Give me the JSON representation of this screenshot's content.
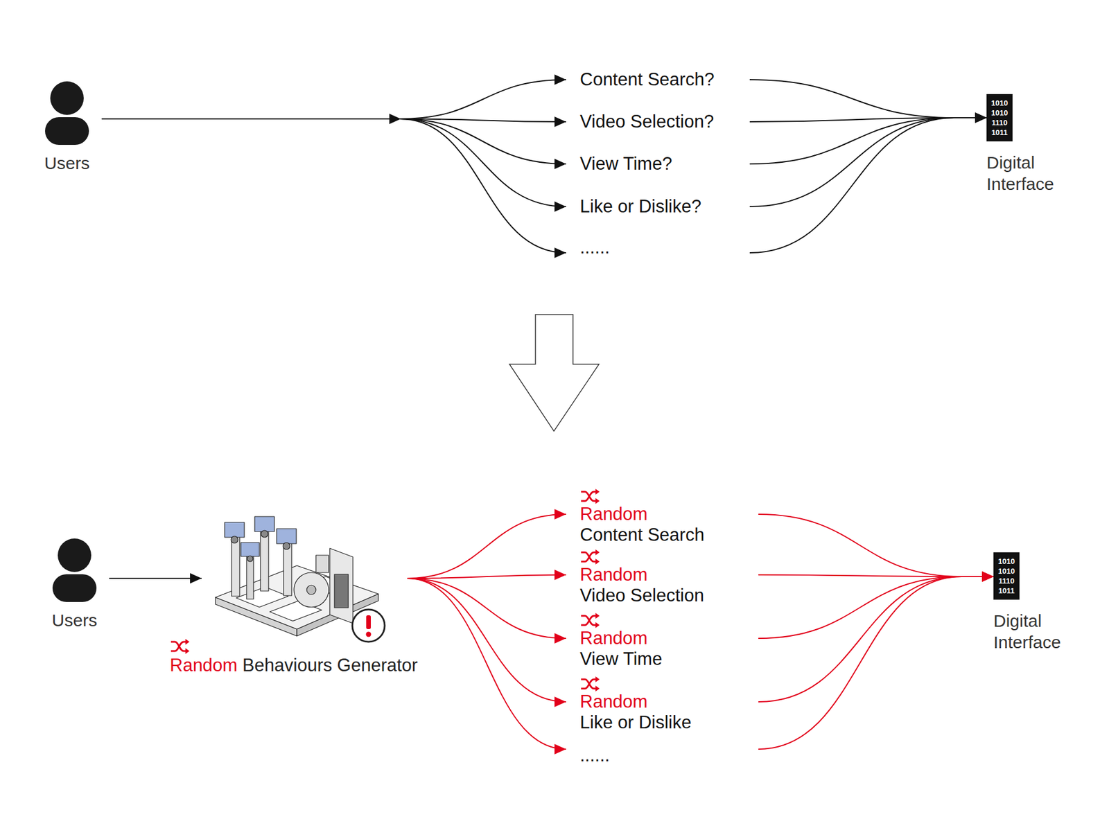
{
  "diagram": {
    "nodes": [
      {
        "text": [
          "Users"
        ]
      },
      {
        "text": [
          "Content Search?"
        ]
      },
      {
        "text": [
          "Video Selection?"
        ]
      },
      {
        "text": [
          "View Time?"
        ]
      },
      {
        "text": [
          "Like or Dislike?"
        ]
      },
      {
        "text": [
          "......"
        ]
      },
      {
        "text": [
          "1010 1010 1110 1011",
          "Digital Interface"
        ]
      },
      {
        "text": [
          "Users"
        ]
      },
      {
        "text": [
          "Random",
          "Behaviours Generator"
        ]
      },
      {
        "text": [
          "Random",
          "Content Search"
        ]
      },
      {
        "text": [
          "Random",
          "Video Selection"
        ]
      },
      {
        "text": [
          "Random",
          "View Time"
        ]
      },
      {
        "text": [
          "Random",
          "Like or Dislike"
        ]
      },
      {
        "text": [
          "......"
        ]
      },
      {
        "text": [
          "1010 1010 1110 1011",
          "Digital Interface"
        ]
      }
    ],
    "edges": [
      {
        "from": 0,
        "to": 1,
        "arrow": "to"
      },
      {
        "from": 0,
        "to": 2,
        "arrow": "to"
      },
      {
        "from": 0,
        "to": 3,
        "arrow": "to"
      },
      {
        "from": 0,
        "to": 4,
        "arrow": "to"
      },
      {
        "from": 0,
        "to": 5,
        "arrow": "to"
      },
      {
        "from": 1,
        "to": 6,
        "arrow": "to"
      },
      {
        "from": 2,
        "to": 6,
        "arrow": "to"
      },
      {
        "from": 3,
        "to": 6,
        "arrow": "to"
      },
      {
        "from": 4,
        "to": 6,
        "arrow": "to"
      },
      {
        "from": 5,
        "to": 6,
        "arrow": "to"
      },
      {
        "from": 7,
        "to": 8,
        "arrow": "to"
      },
      {
        "from": 8,
        "to": 9,
        "arrow": "to"
      },
      {
        "from": 8,
        "to": 10,
        "arrow": "to"
      },
      {
        "from": 8,
        "to": 11,
        "arrow": "to"
      },
      {
        "from": 8,
        "to": 12,
        "arrow": "to"
      },
      {
        "from": 8,
        "to": 13,
        "arrow": "to"
      },
      {
        "from": 9,
        "to": 14,
        "arrow": "to"
      },
      {
        "from": 10,
        "to": 14,
        "arrow": "to"
      },
      {
        "from": 11,
        "to": 14,
        "arrow": "to"
      },
      {
        "from": 12,
        "to": 14,
        "arrow": "to"
      },
      {
        "from": 13,
        "to": 14,
        "arrow": "to"
      }
    ]
  }
}
